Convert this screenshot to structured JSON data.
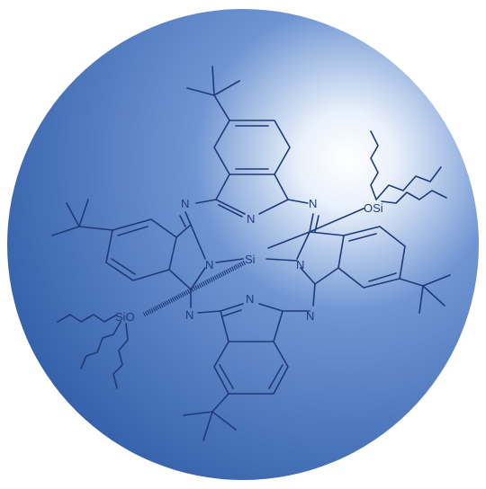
{
  "atoms": {
    "n_top_left": "N",
    "n_top_center": "N",
    "n_top_right": "N",
    "n_left_core": "N",
    "n_right_core": "N",
    "n_bottom_left": "N",
    "n_bottom_center": "N",
    "n_bottom_right": "N",
    "si_center": "Si",
    "osi_right": "OSi",
    "sio_left": "SiO"
  },
  "colors": {
    "sphere_light": "#e9f1fb",
    "sphere_mid": "#6f95d2",
    "sphere_dark": "#2d5aa6",
    "ink": "#1f3a78"
  }
}
